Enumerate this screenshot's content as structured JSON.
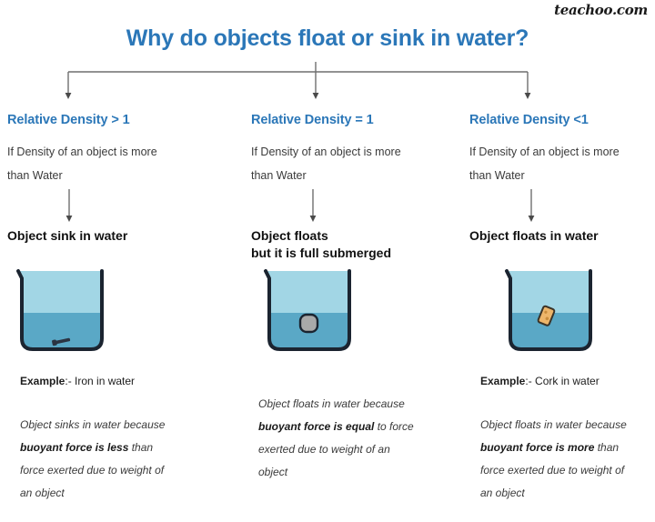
{
  "watermark": "teachoo.com",
  "title": "Why do objects float or sink in water?",
  "columns": [
    {
      "heading": "Relative Density > 1",
      "condition_line1": "If Density of an object is more",
      "condition_line2": "than Water",
      "result_line1": "Object sink in water",
      "result_line2": "",
      "example_label": "Example",
      "example_text": ":- Iron in water",
      "note": {
        "line1": "Object sinks in water because",
        "bold": "buoyant force is less",
        "after_bold": " than",
        "line3": "force exerted due to weight of",
        "line4": "an object"
      },
      "beaker": {
        "object_name": "iron-nail",
        "object_color": "#2b3442",
        "position": "bottom"
      }
    },
    {
      "heading": "Relative Density = 1",
      "condition_line1": "If Density of an object is more",
      "condition_line2": "than Water",
      "result_line1": "Object floats",
      "result_line2": "but it is full submerged",
      "example_label": "",
      "example_text": "",
      "note": {
        "line1": "Object floats in water because",
        "bold": "buoyant force is equal",
        "after_bold": " to force",
        "line3": "exerted due to weight of an",
        "line4": "object"
      },
      "beaker": {
        "object_name": "submerged-stone",
        "object_color": "#a9a9a9",
        "position": "submerged"
      }
    },
    {
      "heading": "Relative Density <1",
      "condition_line1": "If Density of an object is more",
      "condition_line2": "than Water",
      "result_line1": "Object floats in water",
      "result_line2": "",
      "example_label": "Example",
      "example_text": ":- Cork in water",
      "note": {
        "line1": "Object floats in water because",
        "bold": "buoyant force is more",
        "after_bold": " than",
        "line3": "force exerted due to weight of",
        "line4": "an object"
      },
      "beaker": {
        "object_name": "cork",
        "object_color": "#e8a champ",
        "position": "floating"
      }
    }
  ],
  "colors": {
    "title_blue": "#2b77b8",
    "heading_blue": "#2b77b8",
    "water_dark": "#5aa8c6",
    "water_light": "#a2d6e5",
    "beaker_outline": "#1b2430",
    "connector": "#6f6f6f",
    "cork": "#edb56a",
    "stone": "#a9a9a9",
    "nail": "#2b3442"
  }
}
